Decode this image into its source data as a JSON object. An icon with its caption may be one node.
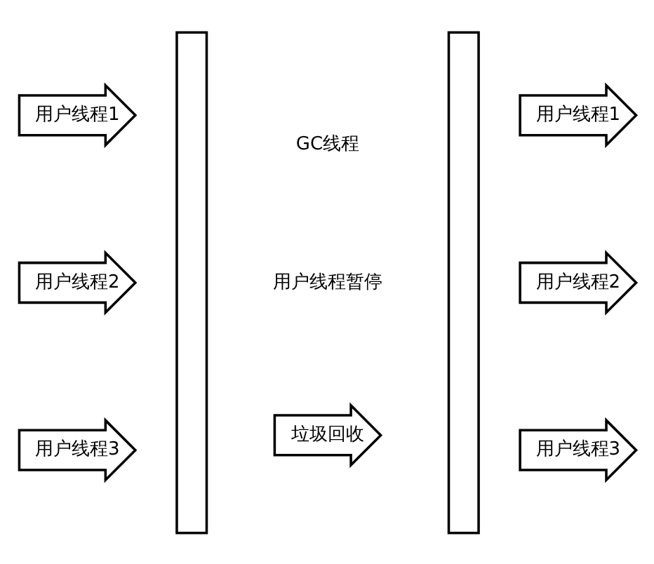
{
  "diagram": {
    "nodes": [
      {
        "text": [
          "用户线程1"
        ]
      },
      {
        "text": [
          "用户线程2"
        ]
      },
      {
        "text": [
          "用户线程3"
        ]
      },
      {
        "text": [],
        "shape": "bar"
      },
      {
        "text": [
          "垃圾回收"
        ]
      },
      {
        "text": [],
        "shape": "bar"
      },
      {
        "text": [
          "用户线程1"
        ]
      },
      {
        "text": [
          "用户线程2"
        ]
      },
      {
        "text": [
          "用户线程3"
        ]
      }
    ],
    "labels": [
      "GC线程",
      "用户线程暂停"
    ]
  }
}
